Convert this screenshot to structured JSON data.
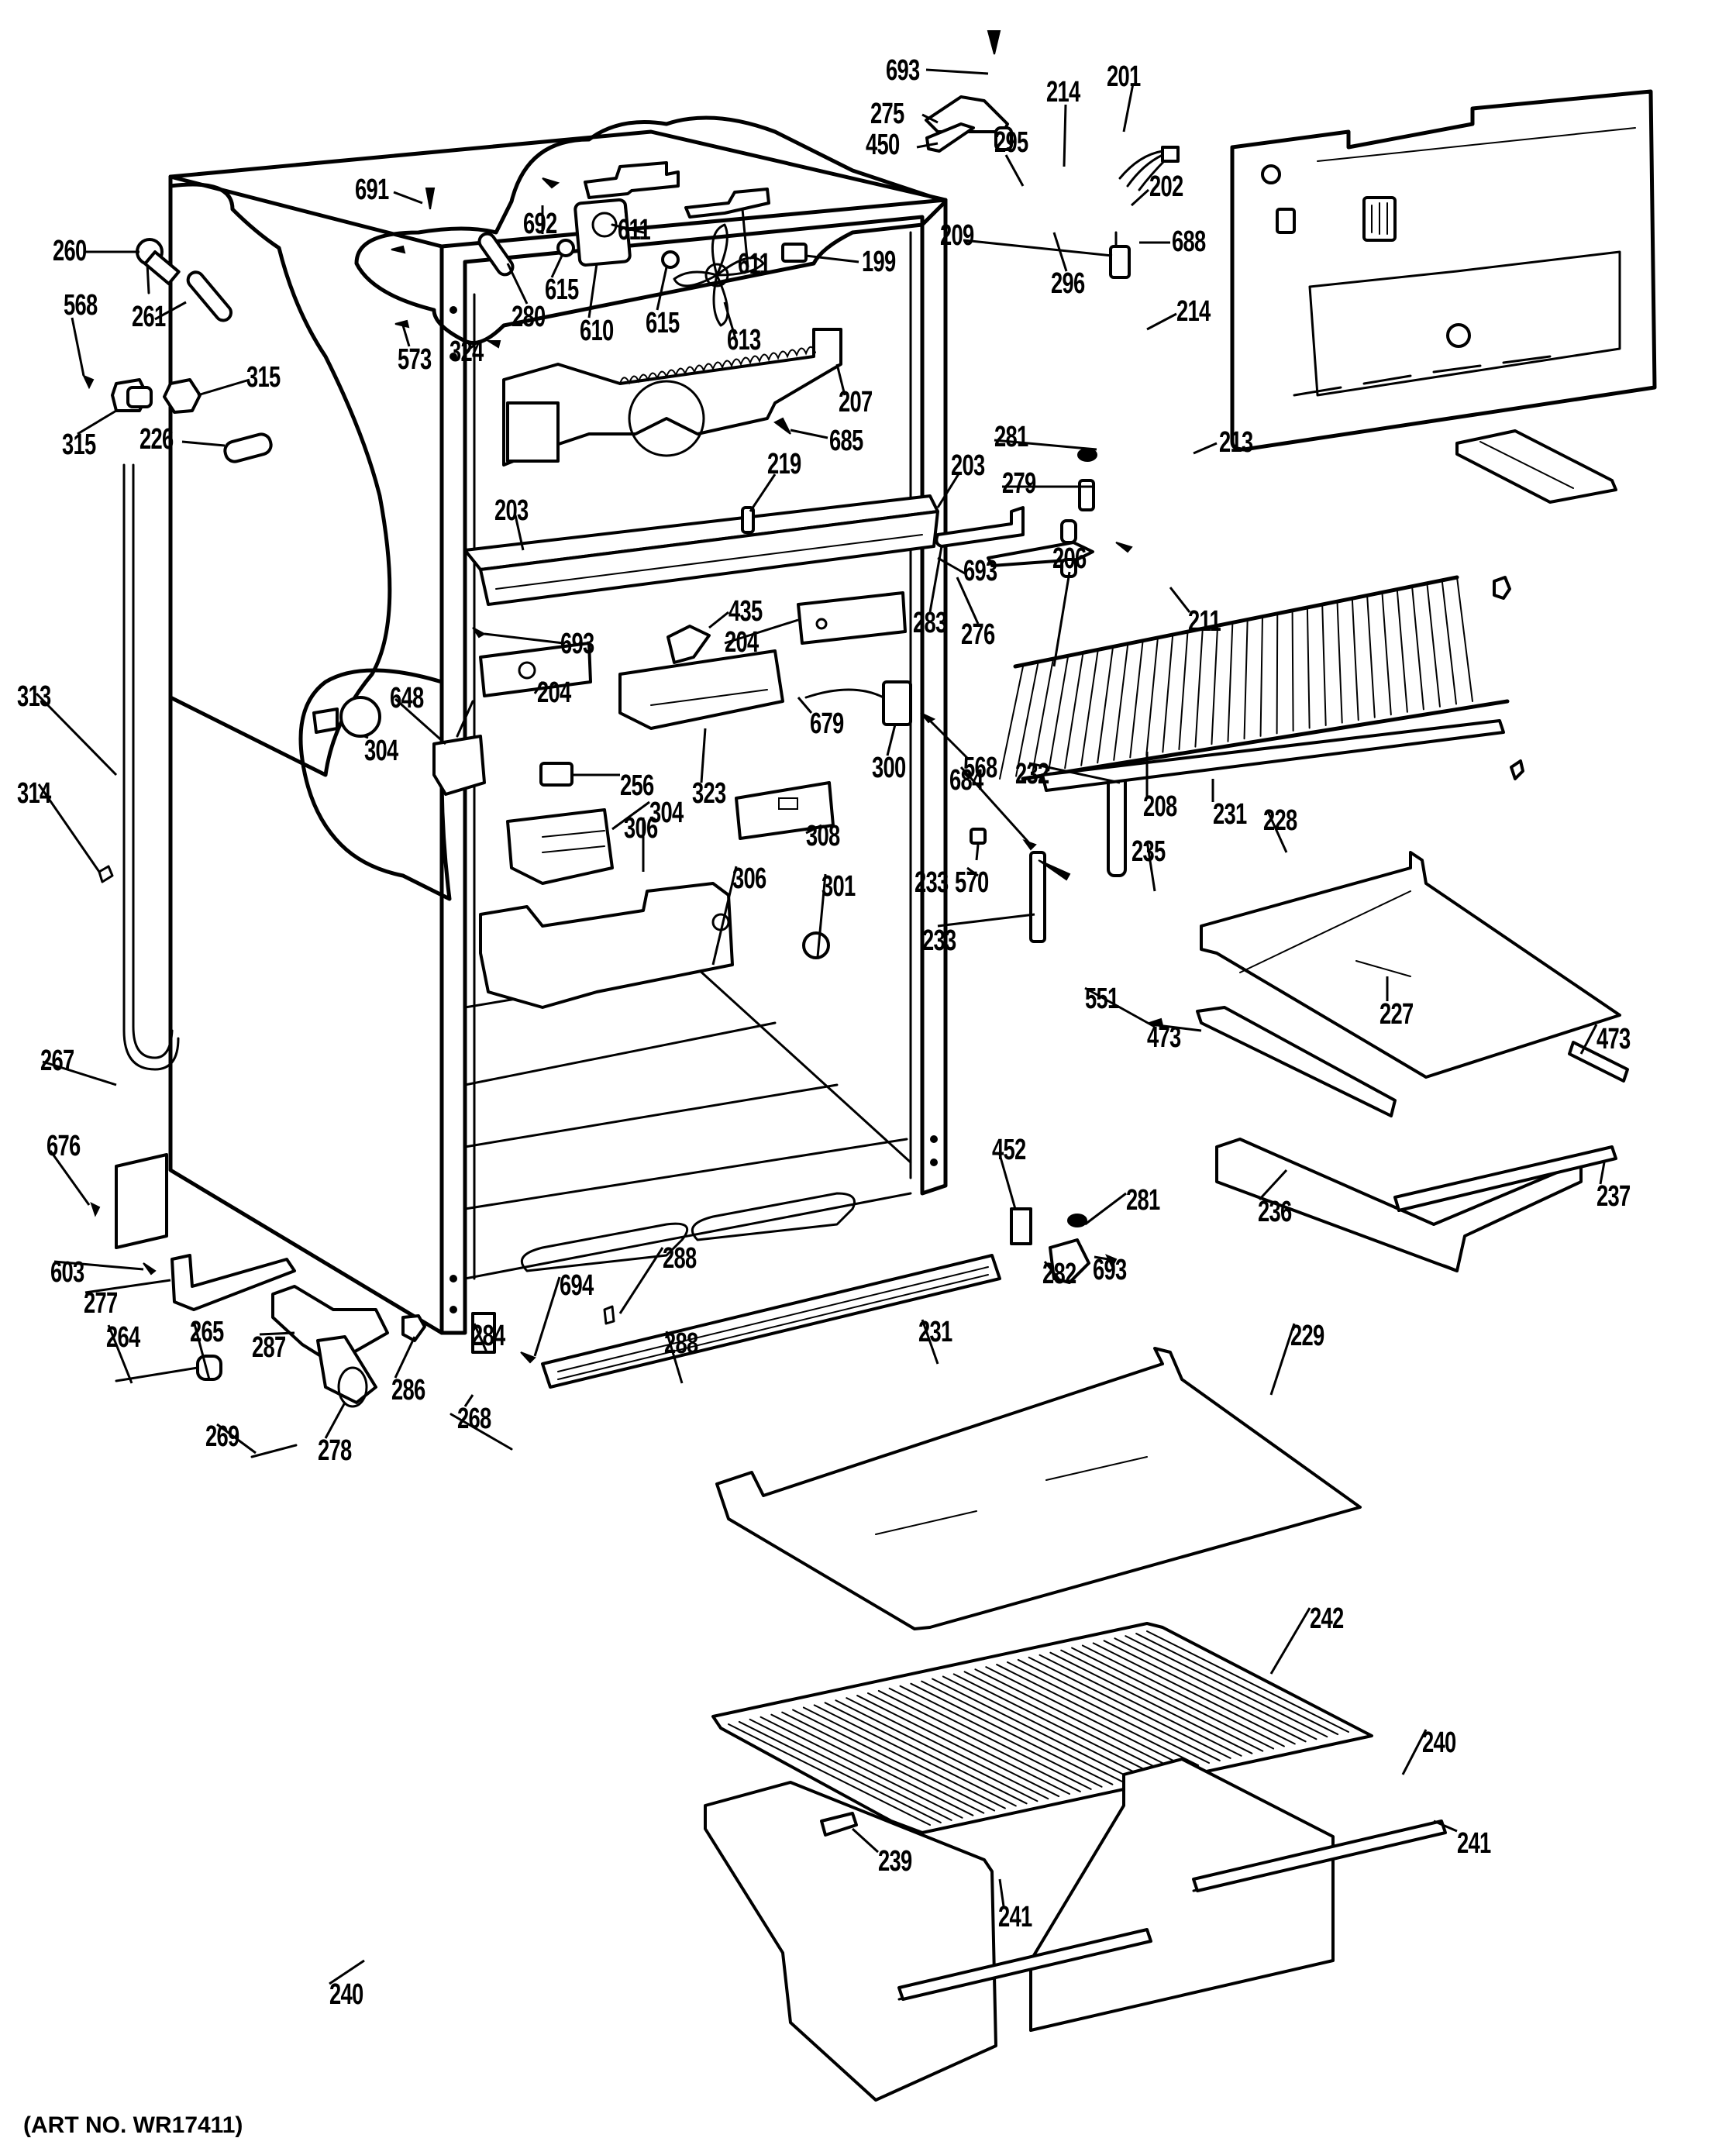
{
  "diagram": {
    "title": "Refrigerator cabinet and fresh food section exploded parts view",
    "caption": "(ART NO. WR17411)",
    "labels": {
      "l693a": "693",
      "l275": "275",
      "l450": "450",
      "l691": "691",
      "l692": "692",
      "l611a": "611",
      "l611b": "611",
      "l199": "199",
      "l260": "260",
      "l615a": "615",
      "l615b": "615",
      "l610": "610",
      "l613": "613",
      "l280": "280",
      "l261": "261",
      "l568a": "568",
      "l315a": "315",
      "l315b": "315",
      "l226": "226",
      "l573": "573",
      "l324": "324",
      "l207": "207",
      "l685": "685",
      "l219": "219",
      "l203a": "203",
      "l203b": "203",
      "l201": "201",
      "l214a": "214",
      "l295": "295",
      "l209": "209",
      "l202": "202",
      "l688": "688",
      "l296": "296",
      "l214b": "214",
      "l281a": "281",
      "l213": "213",
      "l279": "279",
      "l693b": "693",
      "l283": "283",
      "l276": "276",
      "l206": "206",
      "l211": "211",
      "l693c": "693",
      "l435": "435",
      "l204a": "204",
      "l204b": "204",
      "l679": "679",
      "l313": "313",
      "l648": "648",
      "l304a": "304",
      "l256": "256",
      "l323": "323",
      "l304b": "304",
      "l300": "300",
      "l568b": "568",
      "l208": "208",
      "l231a": "231",
      "l232": "232",
      "l684": "684",
      "l233a": "233",
      "l570": "570",
      "l233b": "233",
      "l314": "314",
      "l308": "308",
      "l306a": "306",
      "l306b": "306",
      "l301": "301",
      "l235": "235",
      "l228": "228",
      "l551": "551",
      "l473a": "473",
      "l227": "227",
      "l473b": "473",
      "l267": "267",
      "l676": "676",
      "l452": "452",
      "l281b": "281",
      "l236": "236",
      "l237": "237",
      "l603": "603",
      "l277": "277",
      "l282": "282",
      "l693d": "693",
      "l288a": "288",
      "l694": "694",
      "l264": "264",
      "l265": "265",
      "l287": "287",
      "l284": "284",
      "l288b": "288",
      "l286": "286",
      "l269": "269",
      "l278": "278",
      "l268": "268",
      "l231b": "231",
      "l229": "229",
      "l242": "242",
      "l240a": "240",
      "l241a": "241",
      "l239": "239",
      "l241b": "241",
      "l240b": "240"
    }
  }
}
